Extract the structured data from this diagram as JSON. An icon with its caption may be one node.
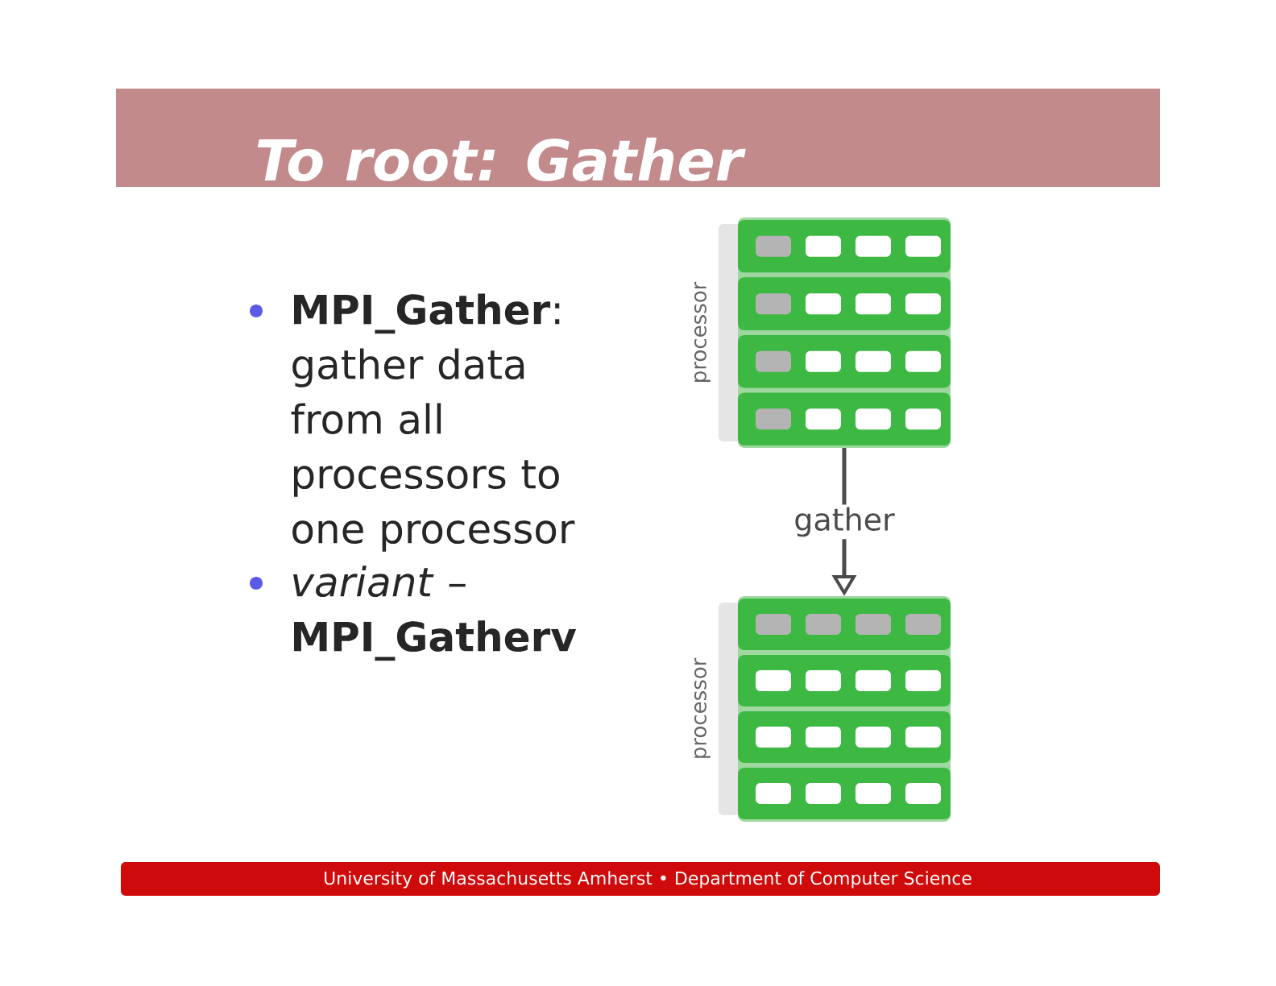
{
  "diagram": {
    "title": "To root: Gather",
    "nodes": [
      {
        "text": [],
        "shape": "box",
        "beside": [
          "processor"
        ]
      },
      {
        "text": [],
        "shape": "box",
        "beside": [
          "processor"
        ]
      }
    ],
    "edges": [
      {
        "from": 0,
        "to": 1,
        "arrow": "to",
        "label": "gather"
      }
    ],
    "labels": [
      "**MPI_Gather**: gather data from all processors to one processor",
      "*variant* – **MPI_Gatherv**",
      "University of Massachusetts Amherst • Department of Computer Science"
    ]
  }
}
